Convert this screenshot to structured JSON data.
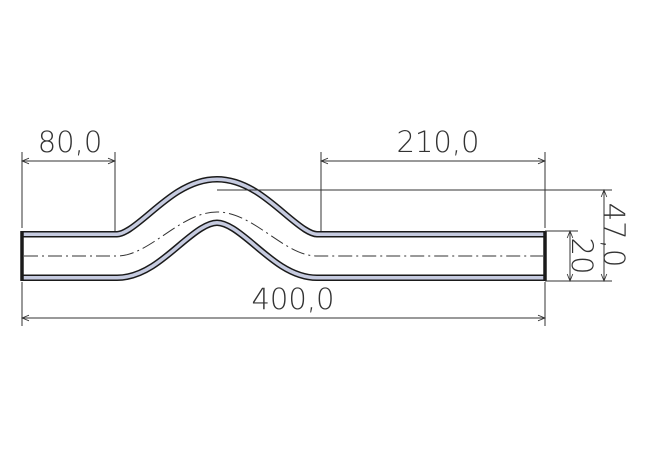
{
  "drawing": {
    "colors": {
      "pipe_fill": "#c6cbe0",
      "pipe_outline": "#1a1a1a",
      "dimension_line": "#333333",
      "centerline": "#333333"
    },
    "dimensions": {
      "offset_start": "80,0",
      "straight_end": "210,0",
      "total_length": "400,0",
      "overall_height": "47,0",
      "pipe_diameter": "20"
    }
  }
}
